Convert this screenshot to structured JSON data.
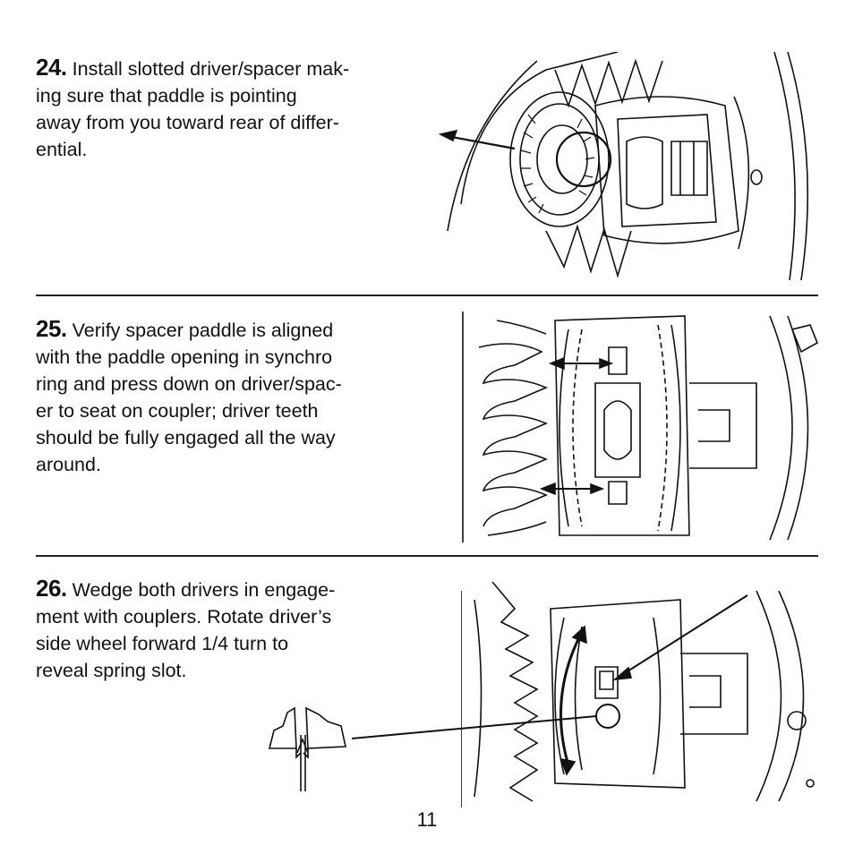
{
  "steps": [
    {
      "number": "24.",
      "text_lines": [
        "Install slotted driver/spacer mak-",
        "ing sure that paddle is pointing",
        "away from you toward rear of differ-",
        "ential."
      ]
    },
    {
      "number": "25.",
      "text_lines": [
        "Verify spacer paddle is aligned",
        "with the paddle opening in synchro",
        "ring and press down on driver/spac-",
        "er to seat on coupler; driver teeth",
        "should be fully engaged all the way",
        "around."
      ]
    },
    {
      "number": "26.",
      "text_lines": [
        "Wedge both drivers in engage-",
        "ment with couplers.  Rotate driver’s",
        "side wheel forward 1/4 turn to",
        "reveal spring slot."
      ]
    }
  ],
  "page_number": "11"
}
